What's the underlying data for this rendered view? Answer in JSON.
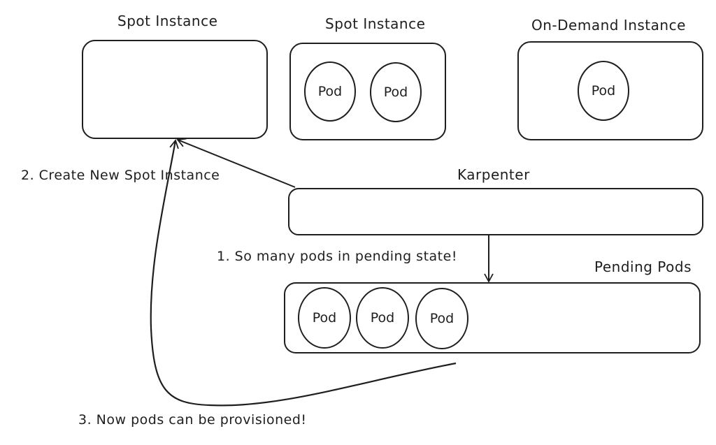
{
  "diagram": {
    "stroke_color": "#1e1e1e",
    "background": "#ffffff",
    "nodes": {
      "spot_instance_new": {
        "title": "Spot Instance",
        "pods": []
      },
      "spot_instance": {
        "title": "Spot Instance",
        "pods": [
          "Pod",
          "Pod"
        ]
      },
      "on_demand_instance": {
        "title": "On-Demand Instance",
        "pods": [
          "Pod"
        ]
      },
      "karpenter": {
        "title": "Karpenter"
      },
      "pending_pods": {
        "title": "Pending Pods",
        "pods": [
          "Pod",
          "Pod",
          "Pod"
        ]
      }
    },
    "edges": [
      {
        "from": "karpenter",
        "to": "pending_pods",
        "label": "1. So many pods in pending state!"
      },
      {
        "from": "karpenter",
        "to": "spot_instance_new",
        "label": "2. Create New Spot Instance"
      },
      {
        "from": "pending_pods",
        "to": "spot_instance_new",
        "label": "3. Now pods can be provisioned!"
      }
    ]
  }
}
